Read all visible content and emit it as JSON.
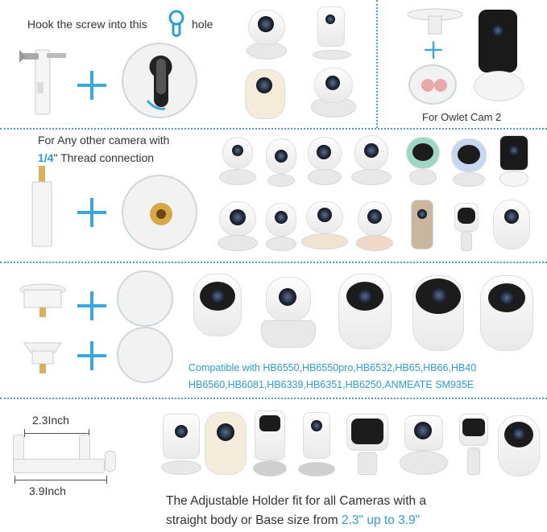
{
  "section1": {
    "instruction_prefix": "Hook the screw into this",
    "instruction_suffix": "hole",
    "owlet_label": "For Owlet Cam 2"
  },
  "section2": {
    "line1": "For Any other camera with",
    "thread_size": "1/4",
    "line2_rest": "\" Thread connection"
  },
  "section3": {
    "compat_line1": "Compatible with HB6550,HB6550pro,HB6532,HB65,HB66,HB40",
    "compat_line2": "HB6560,HB6081,HB6339,HB6351,HB6250,ANMEATE SM935E"
  },
  "section4": {
    "measure_top": "2.3Inch",
    "measure_bottom": "3.9Inch",
    "desc_line1": "The Adjustable  Holder fit for all Cameras with a",
    "desc_line2_prefix": "straight body or Base size from",
    "desc_line2_range": "2.3\" up to 3.9\""
  },
  "colors": {
    "accent_blue": "#2b9fd6",
    "divider": "#43a6c8"
  }
}
